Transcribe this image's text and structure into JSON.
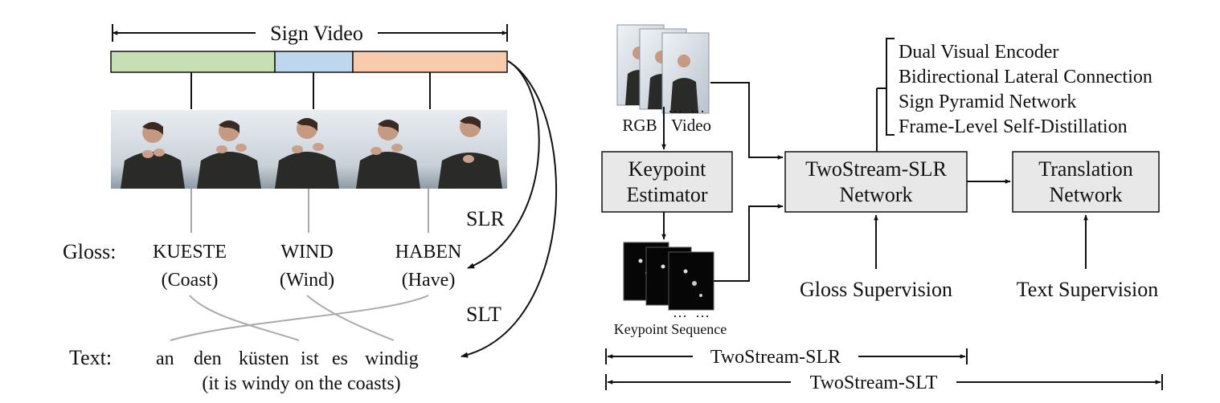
{
  "left": {
    "sign_video_label": "Sign Video",
    "slr_label": "SLR",
    "slt_label": "SLT",
    "gloss_prefix": "Gloss:",
    "text_prefix": "Text:",
    "glosses": [
      {
        "gloss": "KUESTE",
        "meaning": "(Coast)",
        "color": "#6a9a3c"
      },
      {
        "gloss": "WIND",
        "meaning": "(Wind)",
        "color": "#3f77b6"
      },
      {
        "gloss": "HABEN",
        "meaning": "(Have)",
        "color": "#c46a36"
      }
    ],
    "text_words": [
      "an",
      "den",
      "küsten",
      "ist",
      "es",
      "windig"
    ],
    "text_translation": "(it is windy on the coasts)",
    "segment_colors": [
      "#c6e0b4",
      "#bdd7ee",
      "#f8cbad"
    ]
  },
  "right": {
    "rgb_label": "RGB",
    "video_label": "Video",
    "ellipsis": "…",
    "keypoint_estimator": [
      "Keypoint",
      "Estimator"
    ],
    "twostream_network": [
      "TwoStream-SLR",
      "Network"
    ],
    "translation_network": [
      "Translation",
      "Network"
    ],
    "components": [
      "Dual Visual Encoder",
      "Bidirectional Lateral Connection",
      "Sign Pyramid Network",
      "Frame-Level Self-Distillation"
    ],
    "keypoint_sequence_label": "Keypoint Sequence",
    "gloss_supervision": "Gloss Supervision",
    "text_supervision": "Text Supervision",
    "span_slr": "TwoStream-SLR",
    "span_slt": "TwoStream-SLT",
    "box_fill": "#e8e8e8"
  }
}
